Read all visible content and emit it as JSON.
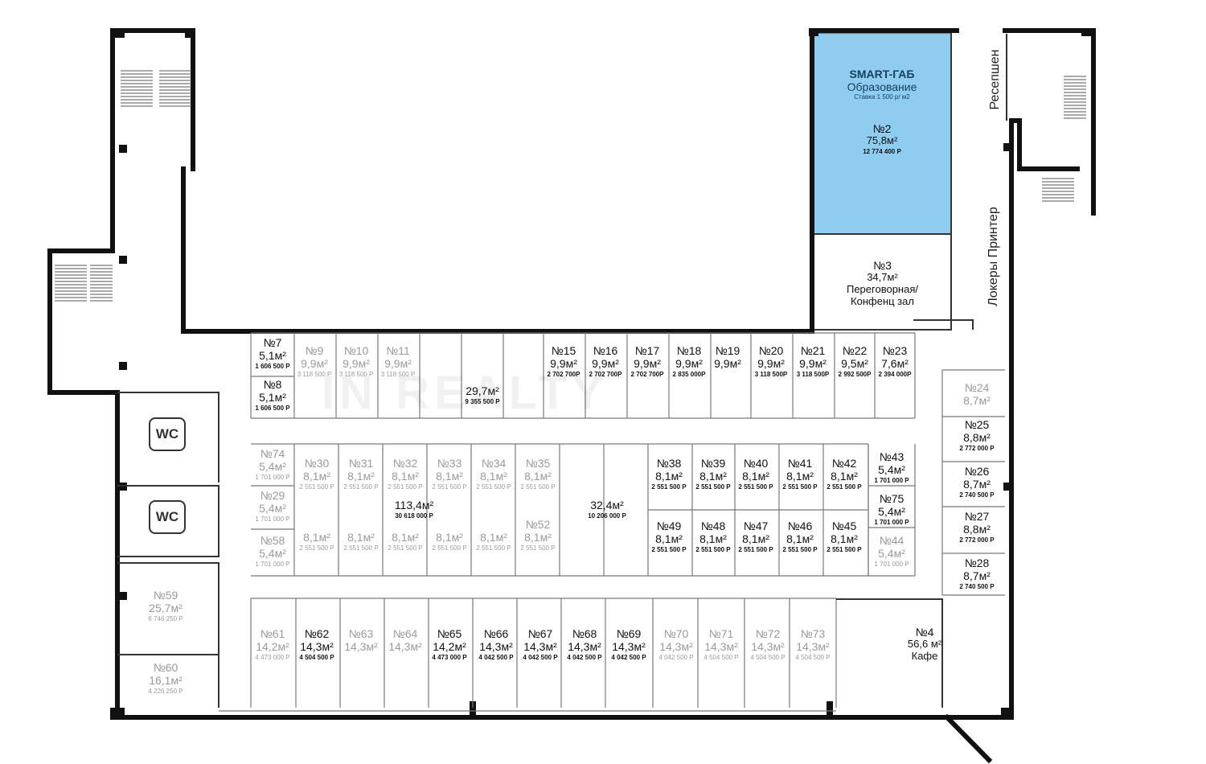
{
  "colors": {
    "wall": "#111111",
    "partition": "#8a8a8a",
    "highlight": "#8ecdf0",
    "highlight_border": "#1b8fd6",
    "dim_text": "#9a9a9a"
  },
  "smart": {
    "title": "SMART-ГАБ",
    "category": "Образование",
    "rate": "Ставка 1 500 р/ м2"
  },
  "labels": {
    "reception": "Ресепшен",
    "lockers": "Локеры Принтер",
    "wc1": "WC",
    "wc2": "WC",
    "watermark": "IN REALTY"
  },
  "rooms": {
    "r2": {
      "n": "№2",
      "area": "75,8м²",
      "price": "12 774 400 Р"
    },
    "r3": {
      "n": "№3",
      "area": "34,7м²",
      "desc1": "Переговорная/",
      "desc2": "Конфенц зал"
    },
    "r4": {
      "n": "№4",
      "area": "56,6 м²",
      "desc1": "Кафе"
    },
    "r7": {
      "n": "№7",
      "area": "5,1м²",
      "price": "1 606 500 Р"
    },
    "r8": {
      "n": "№8",
      "area": "5,1м²",
      "price": "1 606 500 Р"
    },
    "r9": {
      "n": "№9",
      "area": "9,9м²",
      "price": "3 118 500 Р"
    },
    "r10": {
      "n": "№10",
      "area": "9,9м²",
      "price": "3 118 500 Р"
    },
    "r11": {
      "n": "№11",
      "area": "9,9м²",
      "price": "3 118 500 Р"
    },
    "rtop": {
      "area": "29,7м²",
      "price": "9 355 500 Р"
    },
    "r15": {
      "n": "№15",
      "area": "9,9м²",
      "price": "2 702 700Р"
    },
    "r16": {
      "n": "№16",
      "area": "9,9м²",
      "price": "2 702 700Р"
    },
    "r17": {
      "n": "№17",
      "area": "9,9м²",
      "price": "2 702 700Р"
    },
    "r18": {
      "n": "№18",
      "area": "9,9м²",
      "price": "2 835 000Р"
    },
    "r19": {
      "n": "№19",
      "area": "9,9м²"
    },
    "r20": {
      "n": "№20",
      "area": "9,9м²",
      "price": "3 118 500Р"
    },
    "r21": {
      "n": "№21",
      "area": "9,9м²",
      "price": "3 118 500Р"
    },
    "r22": {
      "n": "№22",
      "area": "9,5м²",
      "price": "2 992 500Р"
    },
    "r23": {
      "n": "№23",
      "area": "7,6м²",
      "price": "2 394 000Р"
    },
    "r24": {
      "n": "№24",
      "area": "8,7м²"
    },
    "r25": {
      "n": "№25",
      "area": "8,8м²",
      "price": "2 772 000 Р"
    },
    "r26": {
      "n": "№26",
      "area": "8,7м²",
      "price": "2 740 500 Р"
    },
    "r27": {
      "n": "№27",
      "area": "8,8м²",
      "price": "2 772 000 Р"
    },
    "r28": {
      "n": "№28",
      "area": "8,7м²",
      "price": "2 740 500 Р"
    },
    "r74": {
      "n": "№74",
      "area": "5,4м²",
      "price": "1 701 000 Р"
    },
    "r29": {
      "n": "№29",
      "area": "5,4м²",
      "price": "1 701 000 Р"
    },
    "r58": {
      "n": "№58",
      "area": "5,4м²",
      "price": "1 701 000 Р"
    },
    "r30": {
      "n": "№30",
      "area": "8,1м²",
      "price": "2 551 500 Р"
    },
    "r31": {
      "n": "№31",
      "area": "8,1м²",
      "price": "2 551 500 Р"
    },
    "r32": {
      "n": "№32",
      "area": "8,1м²",
      "price": "2 551 500 Р"
    },
    "r33": {
      "n": "№33",
      "area": "8,1м²",
      "price": "2 551 500 Р"
    },
    "r34": {
      "n": "№34",
      "area": "8,1м²",
      "price": "2 551 500 Р"
    },
    "r35": {
      "n": "№35",
      "area": "8,1м²",
      "price": "2 551 500 Р"
    },
    "rbig": {
      "area": "113,4м²",
      "price": "30 618 000 Р"
    },
    "r57": {
      "area": "8,1м²",
      "price": "2 551 500 Р"
    },
    "r56": {
      "area": "8,1м²",
      "price": "2 551 500 Р"
    },
    "r55": {
      "area": "8,1м²",
      "price": "2 551 500 Р"
    },
    "r54": {
      "area": "8,1м²",
      "price": "2 551 500 Р"
    },
    "r53": {
      "area": "8,1м²",
      "price": "2 551 500 Р"
    },
    "r52": {
      "n": "№52",
      "area": "8,1м²",
      "price": "2 551 500 Р"
    },
    "rmid": {
      "area": "32,4м²",
      "price": "10 206 000 Р"
    },
    "r38": {
      "n": "№38",
      "area": "8,1м²",
      "price": "2 551 500 Р"
    },
    "r39": {
      "n": "№39",
      "area": "8,1м²",
      "price": "2 551 500 Р"
    },
    "r40": {
      "n": "№40",
      "area": "8,1м²",
      "price": "2 551 500 Р"
    },
    "r41": {
      "n": "№41",
      "area": "8,1м²",
      "price": "2 551 500 Р"
    },
    "r42": {
      "n": "№42",
      "area": "8,1м²",
      "price": "2 551 500 Р"
    },
    "r43": {
      "n": "№43",
      "area": "5,4м²",
      "price": "1 701 000 Р"
    },
    "r75": {
      "n": "№75",
      "area": "5,4м²",
      "price": "1 701 000 Р"
    },
    "r44": {
      "n": "№44",
      "area": "5,4м²",
      "price": "1 701 000 Р"
    },
    "r49": {
      "n": "№49",
      "area": "8,1м²",
      "price": "2 551 500 Р"
    },
    "r48": {
      "n": "№48",
      "area": "8,1м²",
      "price": "2 551 500 Р"
    },
    "r47": {
      "n": "№47",
      "area": "8,1м²",
      "price": "2 551 500 Р"
    },
    "r46": {
      "n": "№46",
      "area": "8,1м²",
      "price": "2 551 500 Р"
    },
    "r45": {
      "n": "№45",
      "area": "8,1м²",
      "price": "2 551 500 Р"
    },
    "r59": {
      "n": "№59",
      "area": "25,7м²",
      "price": "6 746 250 Р"
    },
    "r60": {
      "n": "№60",
      "area": "16,1м²",
      "price": "4 226 250 Р"
    },
    "r61": {
      "n": "№61",
      "area": "14,2м²",
      "price": "4 473 000 Р"
    },
    "r62": {
      "n": "№62",
      "area": "14,3м²",
      "price": "4 504 500 Р"
    },
    "r63": {
      "n": "№63",
      "area": "14,3м²"
    },
    "r64": {
      "n": "№64",
      "area": "14,3м²"
    },
    "r65": {
      "n": "№65",
      "area": "14,2м²",
      "price": "4 473 000 Р"
    },
    "r66": {
      "n": "№66",
      "area": "14,3м²",
      "price": "4 042 500 Р"
    },
    "r67": {
      "n": "№67",
      "area": "14,3м²",
      "price": "4 042 500 Р"
    },
    "r68": {
      "n": "№68",
      "area": "14,3м²",
      "price": "4 042 500 Р"
    },
    "r69": {
      "n": "№69",
      "area": "14,3м²",
      "price": "4 042 500 Р"
    },
    "r70": {
      "n": "№70",
      "area": "14,3м²",
      "price": "4 042 500 Р"
    },
    "r71": {
      "n": "№71",
      "area": "14,3м²",
      "price": "4 504 500 Р"
    },
    "r72": {
      "n": "№72",
      "area": "14,3м²",
      "price": "4 504 500 Р"
    },
    "r73": {
      "n": "№73",
      "area": "14,3м²",
      "price": "4 504 500 Р"
    }
  }
}
